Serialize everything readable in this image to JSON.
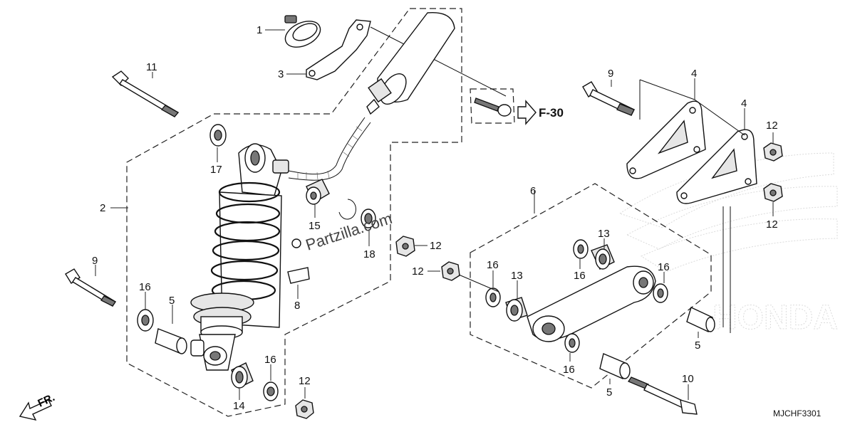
{
  "callouts": {
    "c1": "1",
    "c2": "2",
    "c3": "3",
    "c4a": "4",
    "c4b": "4",
    "c5a": "5",
    "c5b": "5",
    "c5c": "5",
    "c6": "6",
    "c8": "8",
    "c9a": "9",
    "c9b": "9",
    "c10": "10",
    "c11": "11",
    "c12a": "12",
    "c12b": "12",
    "c12c": "12",
    "c12d": "12",
    "c12e": "12",
    "c13a": "13",
    "c13b": "13",
    "c14": "14",
    "c15": "15",
    "c16a": "16",
    "c16b": "16",
    "c16c": "16",
    "c16d": "16",
    "c16e": "16",
    "c17": "17",
    "c18": "18"
  },
  "reference": "F-30",
  "watermark": "Partzilla.com",
  "front_label": "FR.",
  "diagram_code": "MJCHF3301",
  "brand_mark": "HONDA"
}
